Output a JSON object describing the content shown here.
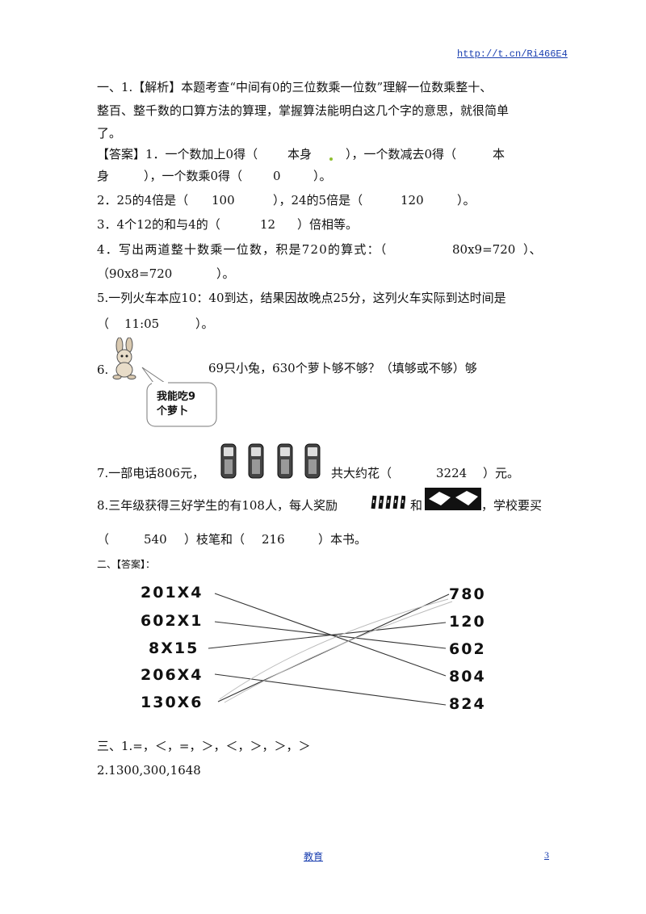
{
  "header": {
    "link": "http://t.cn/Ri466E4"
  },
  "q1": {
    "analysis_l1": "一、1.【解析】本题考查“中间有0的三位数乘一位数”理解一位数乘整十、",
    "analysis_l2": "整百、整千数的口算方法的算理，掌握算法能明白这几个字的意思，就很简单",
    "analysis_l3": "了。",
    "ans1_l1_a": "【答案】1．一个数加上0得（",
    "ans1_l1_b": "本身",
    "ans1_l1_c": "），一个数减去0得（",
    "ans1_l1_d": "本",
    "ans1_l2_a": "身",
    "ans1_l2_b": "），一个数乘0得（",
    "ans1_l2_c": "0",
    "ans1_l2_d": "）。",
    "ans2_a": "2．25的4倍是（",
    "ans2_b": "100",
    "ans2_c": "），24的5倍是（",
    "ans2_d": "120",
    "ans2_e": "）。",
    "ans3_a": "3．4个12的和与4的（",
    "ans3_b": "12",
    "ans3_c": "）倍相等。",
    "ans4_a": "4．写出两道整十数乘一位数，积是720的算式：（",
    "ans4_b": "80x9=720",
    "ans4_c": "）、",
    "ans4_d": "（90x8=720",
    "ans4_e": "）。",
    "ans5_l1": "5.一列火车本应10：40到达，结果因故晚点25分，这列火车实际到达时间是",
    "ans5_l2_a": "（",
    "ans5_l2_b": "11:05",
    "ans5_l2_c": "）。",
    "ans6_num": "6.",
    "ans6_text": "69只小兔，630个萝卜够不够？（填够或不够）够",
    "bubble_l1": "我能吃9",
    "bubble_l2": "个萝卜",
    "ans7_a": "7.一部电话806元，",
    "ans7_b": "共大约花（",
    "ans7_c": "3224",
    "ans7_d": "）元。",
    "ans8_a": "8.三年级获得三好学生的有108人，每人奖励",
    "ans8_b": "和",
    "ans8_c": "，学校要买",
    "ans8_l2_a": "（",
    "ans8_l2_b": "540",
    "ans8_l2_c": "）枝笔和（",
    "ans8_l2_d": "216",
    "ans8_l2_e": "）本书。"
  },
  "q2": {
    "heading": "二、【答案】：",
    "left": [
      "201X4",
      "602X1",
      "8X15",
      "206X4",
      "130X6"
    ],
    "right": [
      "780",
      "120",
      "602",
      "804",
      "824"
    ]
  },
  "q3": {
    "line1": "三、1.=，＜，=，＞，＜，＞，＞，＞",
    "line2": "2.1300,300,1648"
  },
  "footer": {
    "link": "教育",
    "page": "3"
  }
}
